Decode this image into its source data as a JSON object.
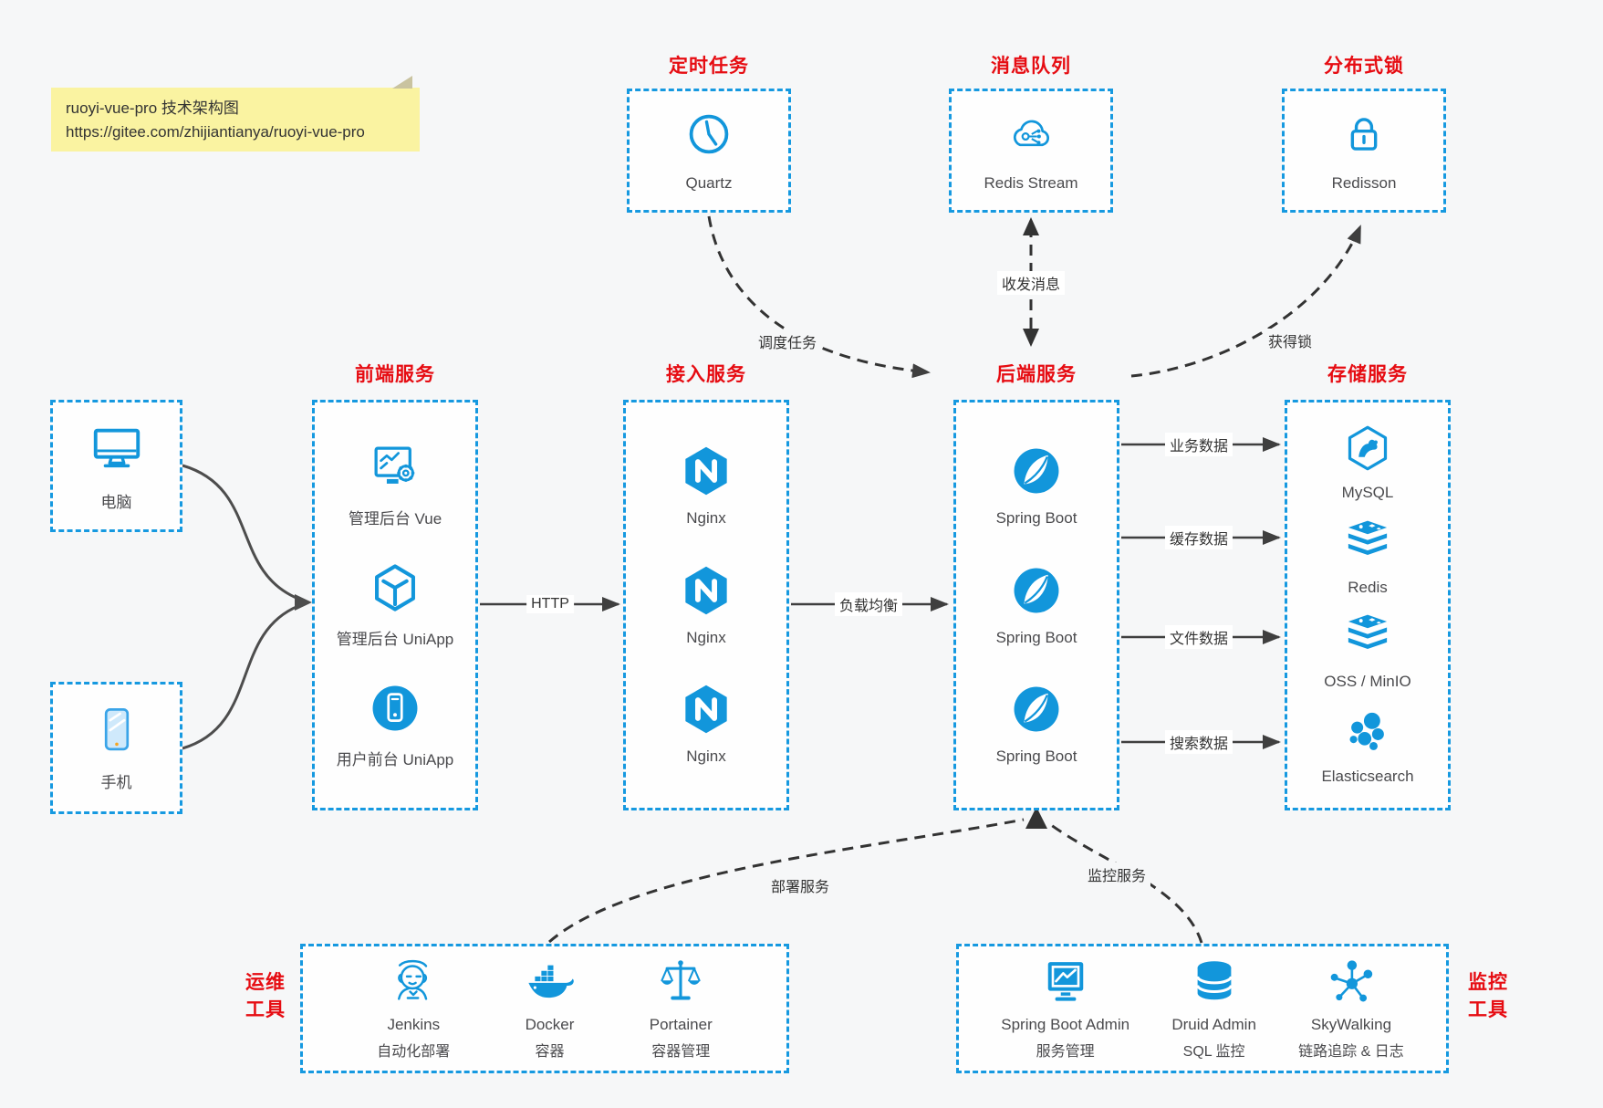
{
  "note": {
    "line1": "ruoyi-vue-pro 技术架构图",
    "line2": "https://gitee.com/zhijiantianya/ruoyi-vue-pro"
  },
  "top_services": [
    {
      "title": "定时任务",
      "label": "Quartz",
      "icon": "clock-icon"
    },
    {
      "title": "消息队列",
      "label": "Redis Stream",
      "icon": "cloud-queue-icon"
    },
    {
      "title": "分布式锁",
      "label": "Redisson",
      "icon": "lock-icon"
    }
  ],
  "clients": [
    {
      "label": "电脑",
      "icon": "desktop-icon"
    },
    {
      "label": "手机",
      "icon": "smartphone-icon"
    }
  ],
  "groups": {
    "frontend": {
      "title": "前端服务",
      "items": [
        {
          "label": "管理后台 Vue"
        },
        {
          "label": "管理后台 UniApp"
        },
        {
          "label": "用户前台 UniApp"
        }
      ]
    },
    "access": {
      "title": "接入服务",
      "items": [
        {
          "label": "Nginx"
        },
        {
          "label": "Nginx"
        },
        {
          "label": "Nginx"
        }
      ]
    },
    "backend": {
      "title": "后端服务",
      "items": [
        {
          "label": "Spring Boot"
        },
        {
          "label": "Spring Boot"
        },
        {
          "label": "Spring Boot"
        }
      ]
    },
    "storage": {
      "title": "存储服务",
      "items": [
        {
          "label": "MySQL"
        },
        {
          "label": "Redis"
        },
        {
          "label": "OSS / MinIO"
        },
        {
          "label": "Elasticsearch"
        }
      ]
    }
  },
  "flows": {
    "http": "HTTP",
    "load_balance": "负载均衡",
    "biz_data": "业务数据",
    "cache_data": "缓存数据",
    "file_data": "文件数据",
    "search_data": "搜索数据",
    "schedule": "调度任务",
    "message": "收发消息",
    "get_lock": "获得锁",
    "deploy": "部署服务",
    "monitor": "监控服务"
  },
  "ops": {
    "label_line1": "运维",
    "label_line2": "工具",
    "items": [
      {
        "name": "Jenkins",
        "sub": "自动化部署",
        "icon": "jenkins-icon"
      },
      {
        "name": "Docker",
        "sub": "容器",
        "icon": "docker-icon"
      },
      {
        "name": "Portainer",
        "sub": "容器管理",
        "icon": "portainer-icon"
      }
    ]
  },
  "monitoring": {
    "label_line1": "监控",
    "label_line2": "工具",
    "items": [
      {
        "name": "Spring Boot Admin",
        "sub": "服务管理",
        "icon": "spring-boot-admin-icon"
      },
      {
        "name": "Druid Admin",
        "sub": "SQL 监控",
        "icon": "druid-icon"
      },
      {
        "name": "SkyWalking",
        "sub": "链路追踪 & 日志",
        "icon": "skywalking-icon"
      }
    ]
  },
  "colors": {
    "icon_blue": "#1296db",
    "border_blue": "#1699e0",
    "title_red": "#e60c12",
    "arrow_gray": "#3f3f3f",
    "note_yellow": "#faf3a1",
    "background": "#f6f7f8"
  }
}
